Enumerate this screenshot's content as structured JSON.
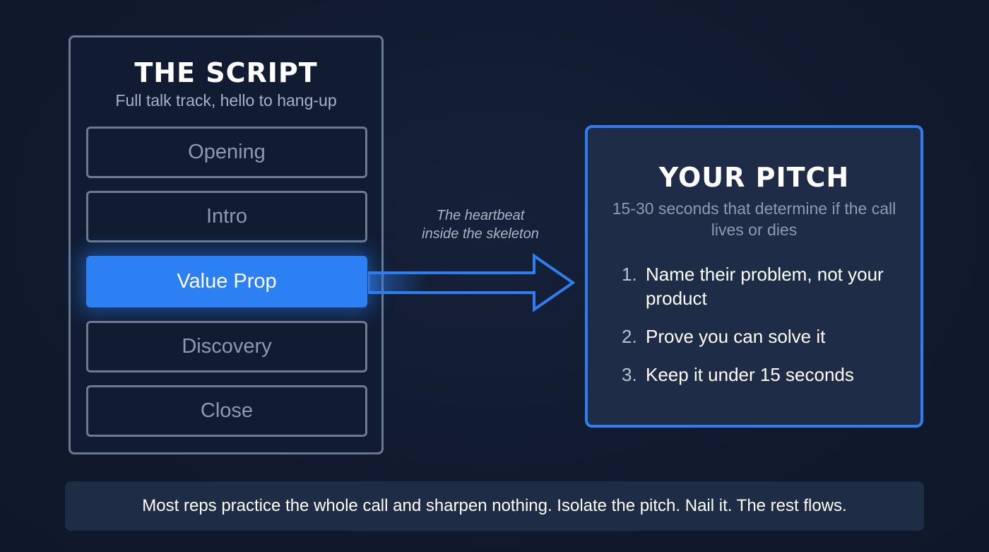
{
  "script_panel": {
    "title": "THE SCRIPT",
    "subtitle": "Full talk track, hello to hang-up",
    "steps": [
      {
        "label": "Opening",
        "active": false
      },
      {
        "label": "Intro",
        "active": false
      },
      {
        "label": "Value Prop",
        "active": true
      },
      {
        "label": "Discovery",
        "active": false
      },
      {
        "label": "Close",
        "active": false
      }
    ]
  },
  "connector": {
    "caption_line1": "The heartbeat",
    "caption_line2": "inside the skeleton",
    "icon": "arrow-right-outline",
    "color": "#2f7ef0"
  },
  "pitch_panel": {
    "title": "YOUR PITCH",
    "subtitle": "15-30 seconds that determine if the call lives or dies",
    "items": [
      {
        "num": "1.",
        "text": "Name their problem, not your product"
      },
      {
        "num": "2.",
        "text": "Prove you can solve it"
      },
      {
        "num": "3.",
        "text": "Keep it under 15 seconds"
      }
    ]
  },
  "footer": {
    "text": "Most reps practice the whole call and sharpen nothing. Isolate the pitch. Nail it. The rest flows."
  },
  "colors": {
    "background": "#111b2e",
    "accent": "#2d80f4",
    "panel_border": "#6b7891",
    "pitch_panel_bg": "#1e2c47"
  }
}
